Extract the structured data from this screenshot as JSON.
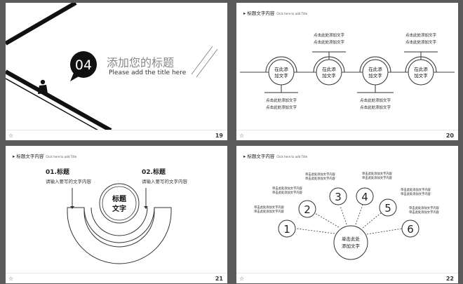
{
  "slide19": {
    "number": "04",
    "title": "添加您的标题",
    "subtitle": "Please add  the title here",
    "page": "19"
  },
  "slide20": {
    "header_title": "标题文字内容",
    "header_sub": "Click here to add Title",
    "circle_label_line1": "在此添",
    "circle_label_line2": "加文字",
    "text_line": "点击此处添加文字",
    "page": "20"
  },
  "slide21": {
    "header_title": "标题文字内容",
    "header_sub": "Click here to add Title",
    "item1_title": "01.标题",
    "item1_desc": "请输入要写的文字内容",
    "item2_title": "02.标题",
    "item2_desc": "请输入要写的文字内容",
    "center_line1": "标题",
    "center_line2": "文字",
    "page": "21"
  },
  "slide22": {
    "header_title": "标题文字内容",
    "header_sub": "Click here to add Title",
    "center_line1": "单击此处",
    "center_line2": "添加文字",
    "label": "单击此处添加文字内容",
    "numbers": [
      "1",
      "2",
      "3",
      "4",
      "5",
      "6"
    ],
    "page": "22"
  },
  "footer_icon": "star-icon"
}
